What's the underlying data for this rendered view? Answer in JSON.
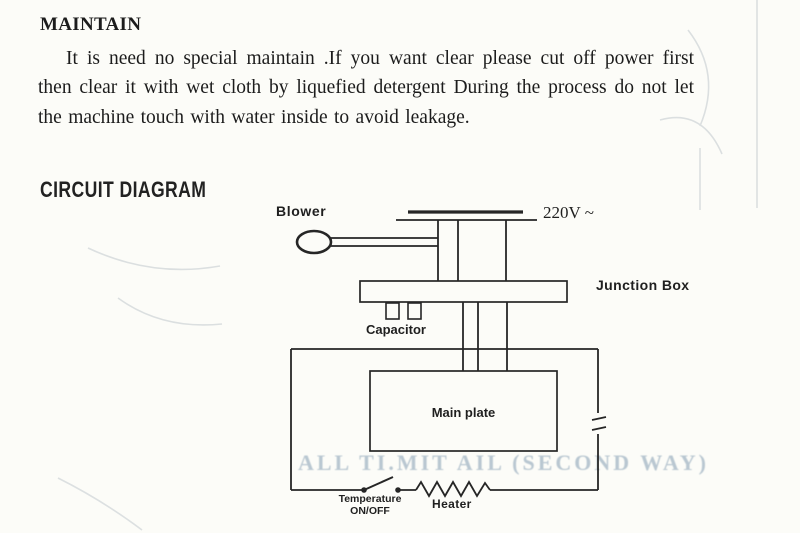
{
  "document": {
    "maintain": {
      "title": "MAINTAIN",
      "body": "It is need no special maintain .If you want clear please cut off power first then clear it with wet cloth by liquefied detergent During the process do not let the machine touch with water inside to avoid leakage."
    },
    "circuit": {
      "title": "CIRCUIT DIAGRAM",
      "labels": {
        "blower": "Blower",
        "voltage": "220V ~",
        "junction_box": "Junction Box",
        "capacitor": "Capacitor",
        "main_plate": "Main plate",
        "temperature_line1": "Temperature",
        "temperature_line2": "ON/OFF",
        "heater": "Heater"
      }
    },
    "bleed_through_text": "ALL TI.MIT AIL (SECOND WAY)",
    "line_color": "#262626"
  }
}
